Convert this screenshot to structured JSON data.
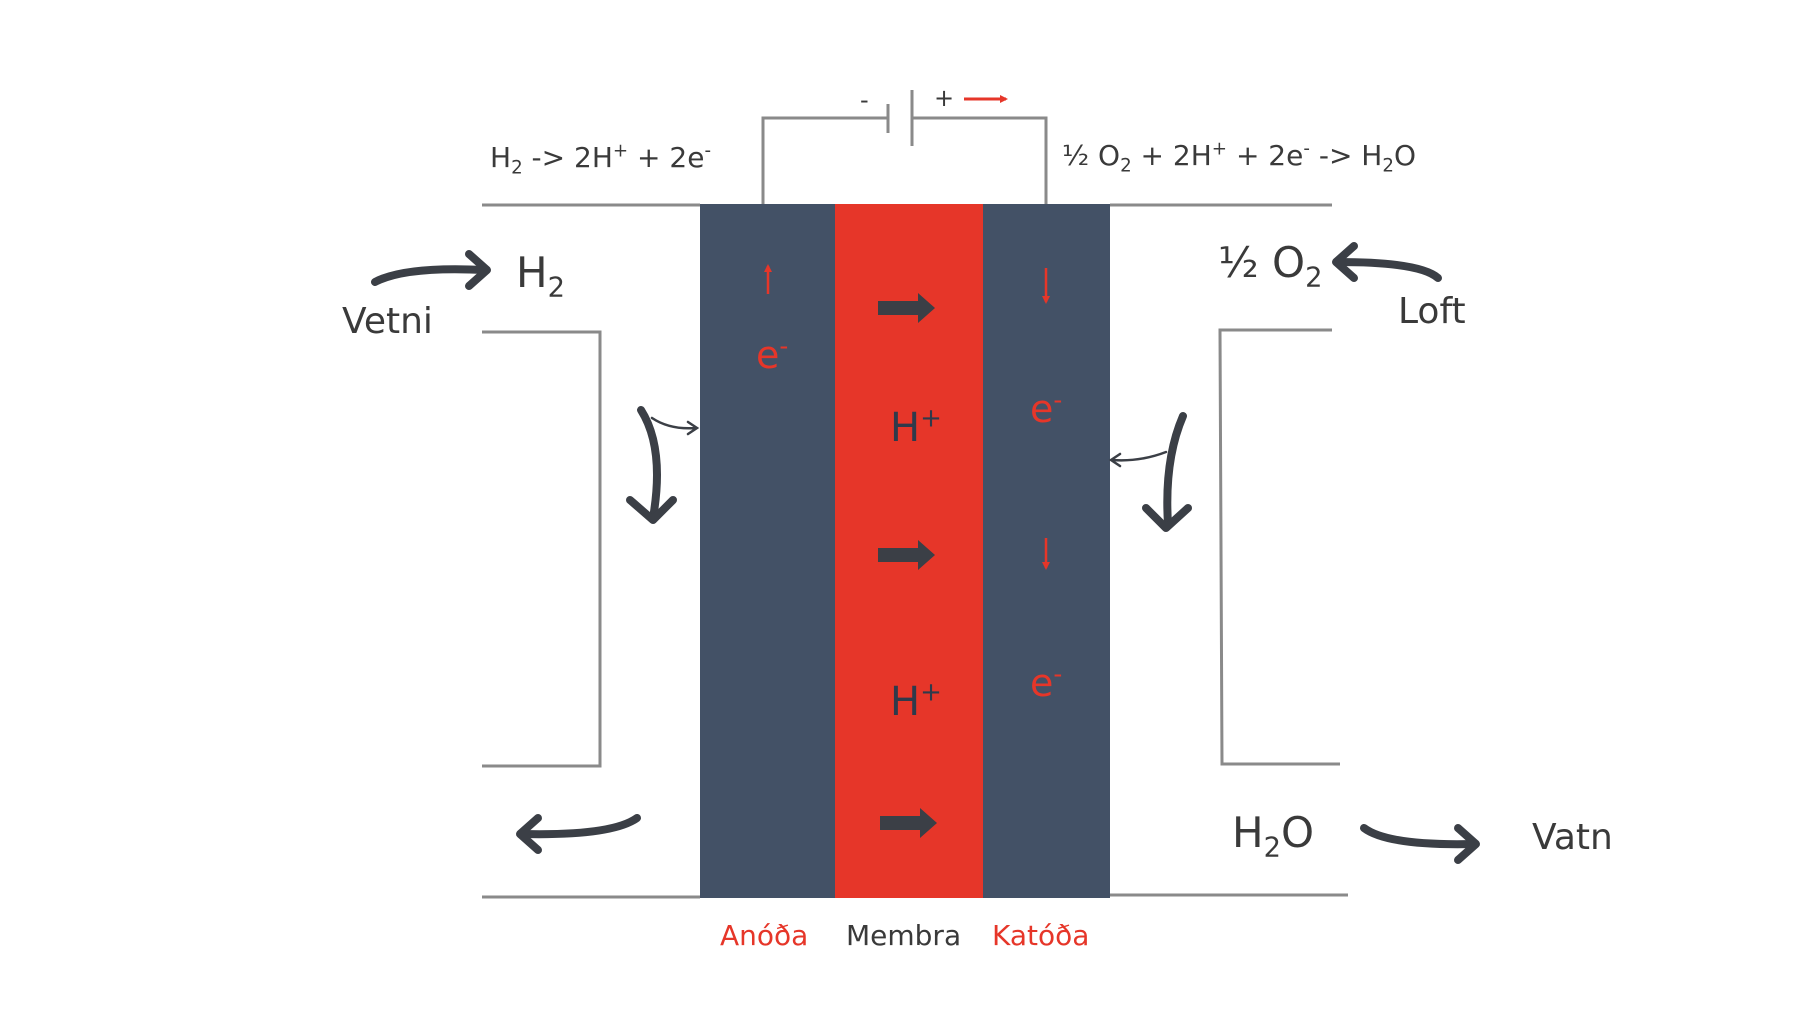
{
  "colors": {
    "electrode": "#435166",
    "membrane": "#e63629",
    "accent_red": "#e63629",
    "text": "#3a3a3a",
    "arrow": "#3b3f46",
    "line": "#8a8a8a"
  },
  "battery": {
    "minus": "-",
    "plus": "+"
  },
  "equations": {
    "anode": {
      "a": "H",
      "a_sub": "2",
      "b": " -> 2H",
      "b_sup": "+",
      "c": " + 2e",
      "c_sup": "-"
    },
    "cathode": {
      "a": "½ O",
      "a_sub": "2",
      "b": " + 2H",
      "b_sup": "+",
      "c": " + 2e",
      "c_sup": "-",
      "d": " -> H",
      "d_sub": "2",
      "e": "O"
    }
  },
  "inlet_left": {
    "symbol": "H",
    "symbol_sub": "2",
    "label": "Vetni"
  },
  "inlet_right": {
    "symbol": "½ O",
    "symbol_sub": "2",
    "label": "Loft"
  },
  "outlet_right": {
    "symbol_a": "H",
    "symbol_sub": "2",
    "symbol_b": "O",
    "label": "Vatn"
  },
  "ions": {
    "symbol": "H",
    "sup": "+"
  },
  "electrons": {
    "symbol": "e",
    "sup": "-"
  },
  "bottom_labels": {
    "anode": "Anóða",
    "membrane": "Membra",
    "cathode": "Katóða"
  }
}
